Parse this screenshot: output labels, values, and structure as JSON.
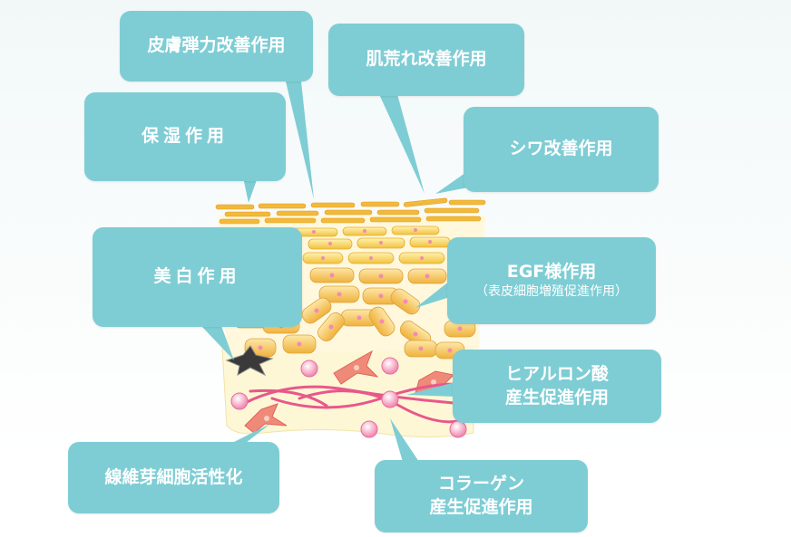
{
  "callouts": {
    "skin_elasticity": "皮膚弾力改善作用",
    "rough_skin": "肌荒れ改善作用",
    "moisturizing": "保湿作用",
    "wrinkle": "シワ改善作用",
    "whitening": "美白作用",
    "egf_title": "EGF様作用",
    "egf_sub": "（表皮細胞増殖促進作用）",
    "hyaluronic_line1": "ヒアルロン酸",
    "hyaluronic_line2": "産生促進作用",
    "fibroblast": "線維芽細胞活性化",
    "collagen_line1": "コラーゲン",
    "collagen_line2": "産生促進作用"
  },
  "colors": {
    "callout": "#7ecdd4",
    "callout_text": "#ffffff",
    "corneocyte": "#f0b73a",
    "epidermal_cell": "#f5cf52",
    "dermis": "#fdf7d6",
    "collagen_fiber": "#e8578a",
    "fibroblast": "#f08a78",
    "hyaluronic_bead": "#f7b6cf",
    "melanocyte": "#3a3a3a"
  },
  "icons": [
    "stratum-corneum-layer",
    "epidermis-cells",
    "fibroblast-icon",
    "melanocyte-icon",
    "hyaluronic-acid-bead-icon",
    "collagen-fiber-icon"
  ]
}
